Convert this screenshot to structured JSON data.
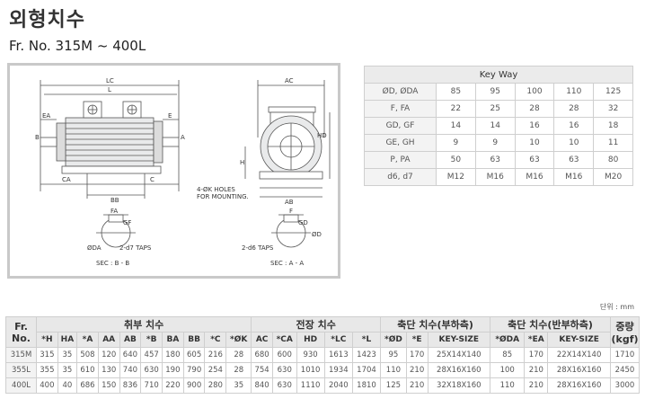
{
  "title": "외형치수",
  "subtitle": "Fr. No. 315M ~ 400L",
  "drawing": {
    "labels": {
      "lc": "LC",
      "l": "L",
      "ea": "EA",
      "e": "E",
      "b": "B",
      "a": "A",
      "ca": "CA",
      "bb": "BB",
      "c": "C",
      "ac": "AC",
      "hd": "HD",
      "h": "H",
      "ab": "AB",
      "holes1": "4-ØK HOLES",
      "holes2": "FOR MOUNTING.",
      "fa": "FA",
      "gf": "GF",
      "da": "ØDA",
      "taps_b": "2-d7 TAPS",
      "sec_b": "SEC : B - B",
      "f": "F",
      "gd": "GD",
      "d": "ØD",
      "taps_a": "2-d6 TAPS",
      "sec_a": "SEC : A - A"
    }
  },
  "keyway": {
    "title": "Key Way",
    "rows": [
      {
        "label": "ØD, ØDA",
        "values": [
          "85",
          "95",
          "100",
          "110",
          "125"
        ]
      },
      {
        "label": "F, FA",
        "values": [
          "22",
          "25",
          "28",
          "28",
          "32"
        ]
      },
      {
        "label": "GD, GF",
        "values": [
          "14",
          "14",
          "16",
          "16",
          "18"
        ]
      },
      {
        "label": "GE, GH",
        "values": [
          "9",
          "9",
          "10",
          "10",
          "11"
        ]
      },
      {
        "label": "P, PA",
        "values": [
          "50",
          "63",
          "63",
          "63",
          "80"
        ]
      },
      {
        "label": "d6, d7",
        "values": [
          "M12",
          "M16",
          "M16",
          "M16",
          "M20"
        ]
      }
    ]
  },
  "unit": "단위 : mm",
  "main": {
    "frno_label": "Fr.\nNo.",
    "groups": [
      "취부 치수",
      "전장 치수",
      "축단 치수(부하측)",
      "축단 치수(반부하측)",
      "중량\n(kgf)"
    ],
    "columns": [
      "*H",
      "HA",
      "*A",
      "AA",
      "AB",
      "*B",
      "BA",
      "BB",
      "*C",
      "*ØK",
      "AC",
      "*CA",
      "HD",
      "*LC",
      "*L",
      "*ØD",
      "*E",
      "KEY-SIZE",
      "*ØDA",
      "*EA",
      "KEY-SIZE"
    ],
    "rows": [
      {
        "model": "315M",
        "values": [
          "315",
          "35",
          "508",
          "120",
          "640",
          "457",
          "180",
          "605",
          "216",
          "28",
          "680",
          "600",
          "930",
          "1613",
          "1423",
          "95",
          "170",
          "25X14X140",
          "85",
          "170",
          "22X14X140",
          "1710"
        ]
      },
      {
        "model": "355L",
        "values": [
          "355",
          "35",
          "610",
          "130",
          "740",
          "630",
          "190",
          "790",
          "254",
          "28",
          "754",
          "630",
          "1010",
          "1934",
          "1704",
          "110",
          "210",
          "28X16X160",
          "100",
          "210",
          "28X16X160",
          "2450"
        ]
      },
      {
        "model": "400L",
        "values": [
          "400",
          "40",
          "686",
          "150",
          "836",
          "710",
          "220",
          "900",
          "280",
          "35",
          "840",
          "630",
          "1110",
          "2040",
          "1810",
          "125",
          "210",
          "32X18X160",
          "110",
          "210",
          "28X16X160",
          "3000"
        ]
      }
    ]
  }
}
